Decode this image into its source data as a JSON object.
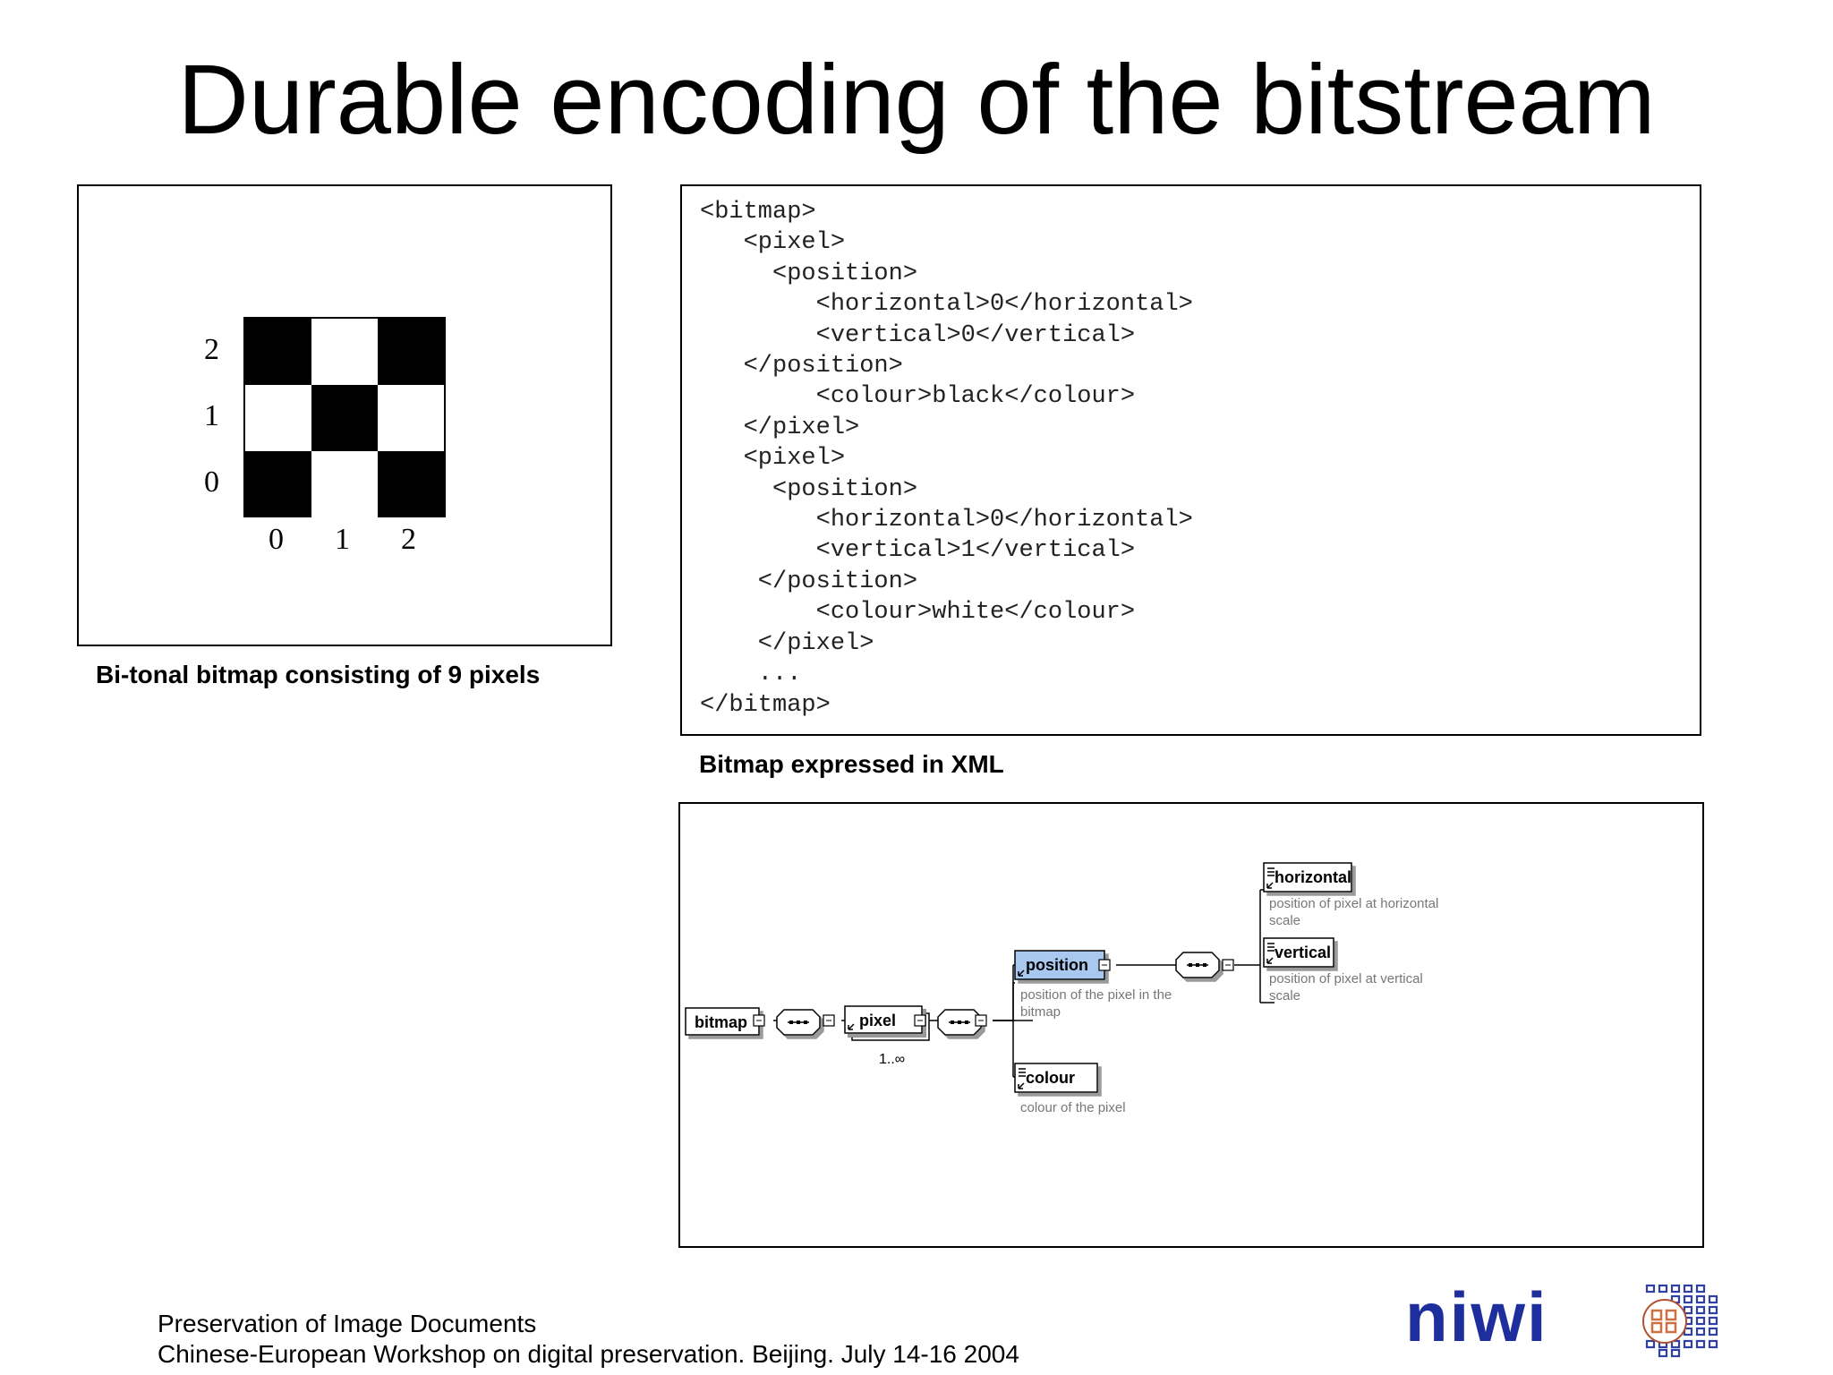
{
  "title": "Durable encoding of the bitstream",
  "bitmap": {
    "caption": "Bi-tonal bitmap consisting of 9 pixels",
    "rows": [
      [
        "black",
        "white",
        "black"
      ],
      [
        "white",
        "black",
        "white"
      ],
      [
        "black",
        "white",
        "black"
      ]
    ],
    "y_ticks": [
      "2",
      "1",
      "0"
    ],
    "x_ticks": [
      "0",
      "1",
      "2"
    ]
  },
  "xml": {
    "caption": "Bitmap expressed in XML",
    "code": "<bitmap>\n   <pixel>\n     <position>\n        <horizontal>0</horizontal>\n        <vertical>0</vertical>\n   </position>\n        <colour>black</colour>\n   </pixel>\n   <pixel>\n     <position>\n        <horizontal>0</horizontal>\n        <vertical>1</vertical>\n    </position>\n        <colour>white</colour>\n    </pixel>\n    ...\n</bitmap>"
  },
  "schema": {
    "bitmap": "bitmap",
    "pixel": "pixel",
    "pixel_cardinality": "1..∞",
    "position": "position",
    "position_doc_1": "position of the pixel in the",
    "position_doc_2": "bitmap",
    "colour": "colour",
    "colour_doc": "colour of the pixel",
    "horizontal": "horizontal",
    "horizontal_doc_1": "position of pixel at horizontal",
    "horizontal_doc_2": "scale",
    "vertical": "vertical",
    "vertical_doc_1": "position of pixel at vertical",
    "vertical_doc_2": "scale",
    "highlight_color": "#a9c8ef"
  },
  "footer": {
    "line1": "Preservation of Image Documents",
    "line2": "Chinese-European Workshop on digital preservation. Beijing. July 14-16 2004"
  },
  "logo": {
    "text": "niwi",
    "color": "#1e2e9c"
  }
}
